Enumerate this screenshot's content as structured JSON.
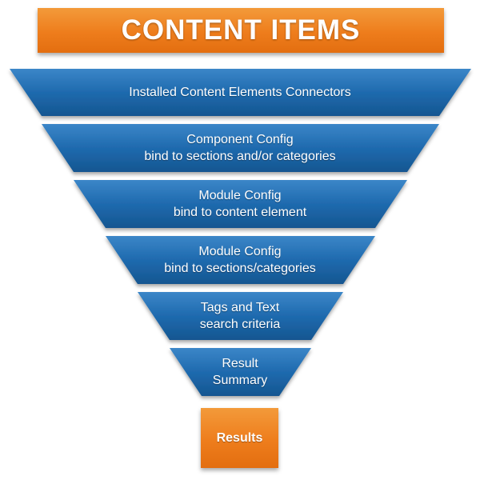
{
  "title": "CONTENT ITEMS",
  "funnel": {
    "levels": [
      {
        "line1": "Installed Content Elements Connectors",
        "line2": ""
      },
      {
        "line1": "Component Config",
        "line2": "bind to sections and/or categories"
      },
      {
        "line1": "Module Config",
        "line2": "bind to content element"
      },
      {
        "line1": "Module Config",
        "line2": "bind to sections/categories"
      },
      {
        "line1": "Tags and Text",
        "line2": "search criteria"
      },
      {
        "line1": "Result",
        "line2": "Summary"
      }
    ]
  },
  "results": "Results",
  "colors": {
    "band": "#1f6aae",
    "band_light": "#3b86c8",
    "band_dark": "#155690",
    "accent": "#ee7d1c",
    "text": "#ffffff"
  }
}
